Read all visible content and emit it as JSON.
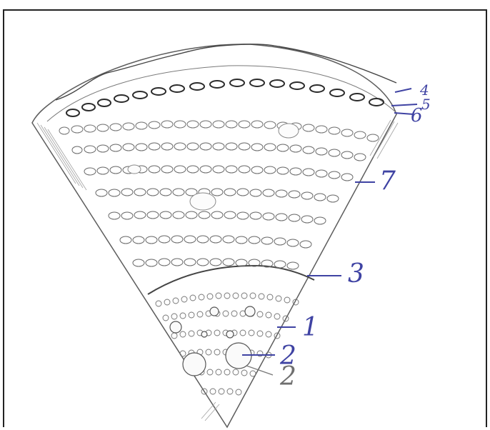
{
  "diagram": {
    "labels": [
      {
        "key": "label_4",
        "text": "4"
      },
      {
        "key": "label_5",
        "text": "5"
      },
      {
        "key": "label_6",
        "text": "6"
      },
      {
        "key": "label_7",
        "text": "7"
      },
      {
        "key": "label_3",
        "text": "3"
      },
      {
        "key": "label_1",
        "text": "1"
      },
      {
        "key": "label_2_blue",
        "text": "2"
      },
      {
        "key": "label_2_pencil",
        "text": "2"
      }
    ],
    "colors": {
      "ink": "#3f43a3",
      "pencil": "#555555",
      "paper": "#ffffff",
      "frame": "#222222"
    }
  }
}
